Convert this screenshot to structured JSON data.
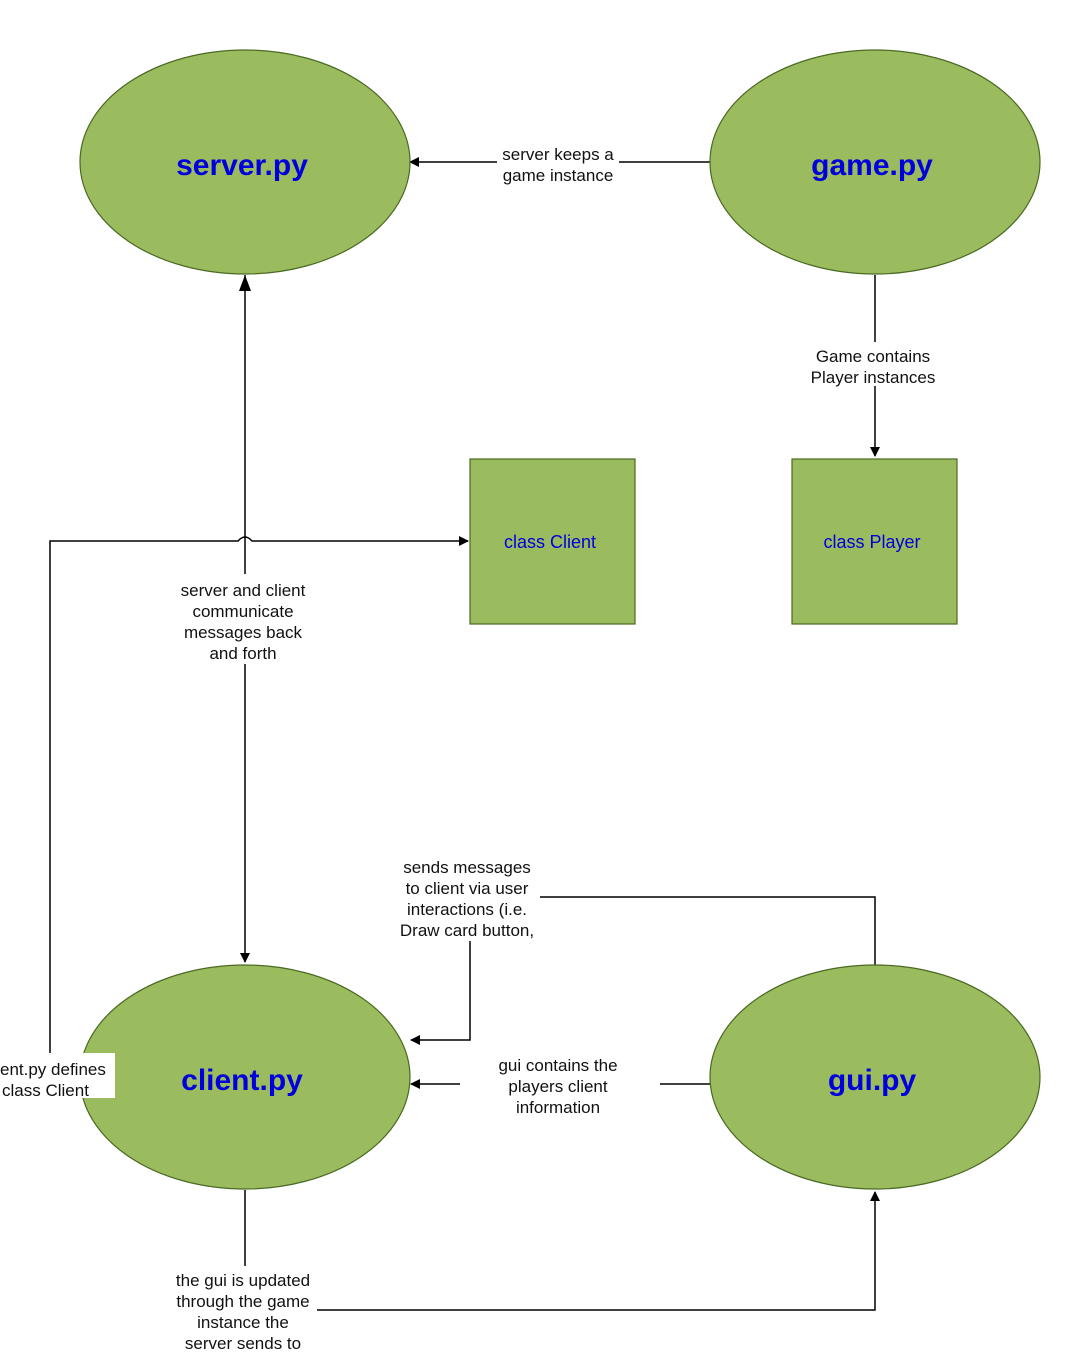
{
  "colors": {
    "node_fill": "#9bbb5f",
    "node_stroke": "#4a6a22",
    "node_text": "#0000dd",
    "edge": "#000000",
    "label_bg": "#ffffff"
  },
  "nodes": {
    "server": "server.py",
    "game": "game.py",
    "client": "client.py",
    "gui": "gui.py",
    "class_client": "class Client",
    "class_player": "class Player"
  },
  "edges": {
    "game_to_server": [
      "server keeps a",
      "game instance"
    ],
    "game_to_player": [
      "Game contains",
      "Player instances"
    ],
    "server_client": [
      "server and client",
      "communicate",
      "messages back",
      "and forth"
    ],
    "client_to_class_client": [
      "ent.py defines",
      "class Client"
    ],
    "gui_to_client_top": [
      "sends messages",
      "to client via user",
      "interactions (i.e.",
      "Draw card button,"
    ],
    "gui_to_client_mid": [
      "gui contains the",
      "players client",
      "information"
    ],
    "client_to_gui": [
      "the gui is updated",
      "through the game",
      "instance the",
      "server sends to"
    ]
  }
}
